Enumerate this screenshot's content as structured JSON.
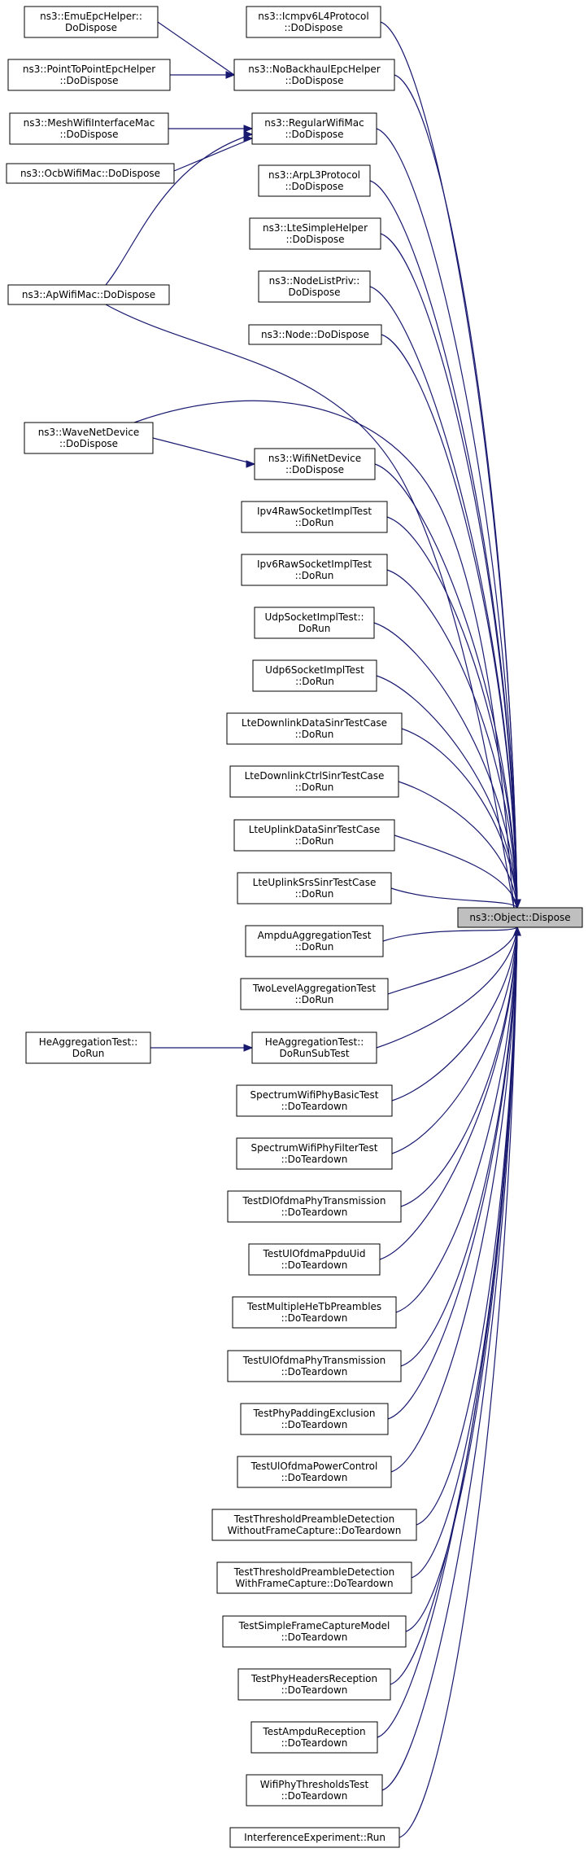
{
  "target": {
    "name": "ns3::Object::Dispose",
    "lines": [
      "ns3::Object::Dispose"
    ]
  },
  "nodes": [
    {
      "id": "icmpv6l4",
      "lines": [
        "ns3::Icmpv6L4Protocol",
        "::DoDispose"
      ]
    },
    {
      "id": "emuepc",
      "lines": [
        "ns3::EmuEpcHelper::",
        "DoDispose"
      ]
    },
    {
      "id": "nobackhaul",
      "lines": [
        "ns3::NoBackhaulEpcHelper",
        "::DoDispose"
      ]
    },
    {
      "id": "p2pepc",
      "lines": [
        "ns3::PointToPointEpcHelper",
        "::DoDispose"
      ]
    },
    {
      "id": "meshwifi",
      "lines": [
        "ns3::MeshWifiInterfaceMac",
        "::DoDispose"
      ]
    },
    {
      "id": "regularwifi",
      "lines": [
        "ns3::RegularWifiMac",
        "::DoDispose"
      ]
    },
    {
      "id": "ocbwifi",
      "lines": [
        "ns3::OcbWifiMac::DoDispose"
      ]
    },
    {
      "id": "arpl3",
      "lines": [
        "ns3::ArpL3Protocol",
        "::DoDispose"
      ]
    },
    {
      "id": "ltesimple",
      "lines": [
        "ns3::LteSimpleHelper",
        "::DoDispose"
      ]
    },
    {
      "id": "nodelistpriv",
      "lines": [
        "ns3::NodeListPriv::",
        "DoDispose"
      ]
    },
    {
      "id": "apwifi",
      "lines": [
        "ns3::ApWifiMac::DoDispose"
      ]
    },
    {
      "id": "node",
      "lines": [
        "ns3::Node::DoDispose"
      ]
    },
    {
      "id": "wavenet",
      "lines": [
        "ns3::WaveNetDevice",
        "::DoDispose"
      ]
    },
    {
      "id": "wifinet",
      "lines": [
        "ns3::WifiNetDevice",
        "::DoDispose"
      ]
    },
    {
      "id": "ipv4raw",
      "lines": [
        "Ipv4RawSocketImplTest",
        "::DoRun"
      ]
    },
    {
      "id": "ipv6raw",
      "lines": [
        "Ipv6RawSocketImplTest",
        "::DoRun"
      ]
    },
    {
      "id": "udpsock",
      "lines": [
        "UdpSocketImplTest::",
        "DoRun"
      ]
    },
    {
      "id": "udp6sock",
      "lines": [
        "Udp6SocketImplTest",
        "::DoRun"
      ]
    },
    {
      "id": "ltedldata",
      "lines": [
        "LteDownlinkDataSinrTestCase",
        "::DoRun"
      ]
    },
    {
      "id": "ltedlctrl",
      "lines": [
        "LteDownlinkCtrlSinrTestCase",
        "::DoRun"
      ]
    },
    {
      "id": "lteuldata",
      "lines": [
        "LteUplinkDataSinrTestCase",
        "::DoRun"
      ]
    },
    {
      "id": "lteulsrs",
      "lines": [
        "LteUplinkSrsSinrTestCase",
        "::DoRun"
      ]
    },
    {
      "id": "ampdu",
      "lines": [
        "AmpduAggregationTest",
        "::DoRun"
      ]
    },
    {
      "id": "twolevel",
      "lines": [
        "TwoLevelAggregationTest",
        "::DoRun"
      ]
    },
    {
      "id": "heaggrun",
      "lines": [
        "HeAggregationTest::",
        "DoRun"
      ]
    },
    {
      "id": "heaggsub",
      "lines": [
        "HeAggregationTest::",
        "DoRunSubTest"
      ]
    },
    {
      "id": "specbasic",
      "lines": [
        "SpectrumWifiPhyBasicTest",
        "::DoTeardown"
      ]
    },
    {
      "id": "specfilter",
      "lines": [
        "SpectrumWifiPhyFilterTest",
        "::DoTeardown"
      ]
    },
    {
      "id": "dlofdma",
      "lines": [
        "TestDlOfdmaPhyTransmission",
        "::DoTeardown"
      ]
    },
    {
      "id": "ulppdu",
      "lines": [
        "TestUlOfdmaPpduUid",
        "::DoTeardown"
      ]
    },
    {
      "id": "multihetb",
      "lines": [
        "TestMultipleHeTbPreambles",
        "::DoTeardown"
      ]
    },
    {
      "id": "ulofdmatx",
      "lines": [
        "TestUlOfdmaPhyTransmission",
        "::DoTeardown"
      ]
    },
    {
      "id": "phypad",
      "lines": [
        "TestPhyPaddingExclusion",
        "::DoTeardown"
      ]
    },
    {
      "id": "ulpower",
      "lines": [
        "TestUlOfdmaPowerControl",
        "::DoTeardown"
      ]
    },
    {
      "id": "threshwithout",
      "lines": [
        "TestThresholdPreambleDetection",
        "WithoutFrameCapture::DoTeardown"
      ]
    },
    {
      "id": "threshwith",
      "lines": [
        "TestThresholdPreambleDetection",
        "WithFrameCapture::DoTeardown"
      ]
    },
    {
      "id": "framecap",
      "lines": [
        "TestSimpleFrameCaptureModel",
        "::DoTeardown"
      ]
    },
    {
      "id": "phyheaders",
      "lines": [
        "TestPhyHeadersReception",
        "::DoTeardown"
      ]
    },
    {
      "id": "ampdurx",
      "lines": [
        "TestAmpduReception",
        "::DoTeardown"
      ]
    },
    {
      "id": "wifithresh",
      "lines": [
        "WifiPhyThresholdsTest",
        "::DoTeardown"
      ]
    },
    {
      "id": "interf",
      "lines": [
        "InterferenceExperiment::Run"
      ]
    }
  ],
  "edges": [
    {
      "from": "emuepc",
      "to": "nobackhaul"
    },
    {
      "from": "p2pepc",
      "to": "nobackhaul"
    },
    {
      "from": "meshwifi",
      "to": "regularwifi"
    },
    {
      "from": "ocbwifi",
      "to": "regularwifi"
    },
    {
      "from": "apwifi",
      "to": "regularwifi"
    },
    {
      "from": "wavenet",
      "to": "wifinet"
    },
    {
      "from": "heaggrun",
      "to": "heaggsub"
    },
    {
      "from": "icmpv6l4",
      "to": "target"
    },
    {
      "from": "nobackhaul",
      "to": "target"
    },
    {
      "from": "regularwifi",
      "to": "target"
    },
    {
      "from": "arpl3",
      "to": "target"
    },
    {
      "from": "ltesimple",
      "to": "target"
    },
    {
      "from": "nodelistpriv",
      "to": "target"
    },
    {
      "from": "node",
      "to": "target"
    },
    {
      "from": "apwifi",
      "to": "target"
    },
    {
      "from": "wavenet",
      "to": "target"
    },
    {
      "from": "wifinet",
      "to": "target"
    },
    {
      "from": "ipv4raw",
      "to": "target"
    },
    {
      "from": "ipv6raw",
      "to": "target"
    },
    {
      "from": "udpsock",
      "to": "target"
    },
    {
      "from": "udp6sock",
      "to": "target"
    },
    {
      "from": "ltedldata",
      "to": "target"
    },
    {
      "from": "ltedlctrl",
      "to": "target"
    },
    {
      "from": "lteuldata",
      "to": "target"
    },
    {
      "from": "lteulsrs",
      "to": "target"
    },
    {
      "from": "ampdu",
      "to": "target"
    },
    {
      "from": "twolevel",
      "to": "target"
    },
    {
      "from": "heaggsub",
      "to": "target"
    },
    {
      "from": "specbasic",
      "to": "target"
    },
    {
      "from": "specfilter",
      "to": "target"
    },
    {
      "from": "dlofdma",
      "to": "target"
    },
    {
      "from": "ulppdu",
      "to": "target"
    },
    {
      "from": "multihetb",
      "to": "target"
    },
    {
      "from": "ulofdmatx",
      "to": "target"
    },
    {
      "from": "phypad",
      "to": "target"
    },
    {
      "from": "ulpower",
      "to": "target"
    },
    {
      "from": "threshwithout",
      "to": "target"
    },
    {
      "from": "threshwith",
      "to": "target"
    },
    {
      "from": "framecap",
      "to": "target"
    },
    {
      "from": "phyheaders",
      "to": "target"
    },
    {
      "from": "ampdurx",
      "to": "target"
    },
    {
      "from": "wifithresh",
      "to": "target"
    },
    {
      "from": "interf",
      "to": "target"
    }
  ]
}
